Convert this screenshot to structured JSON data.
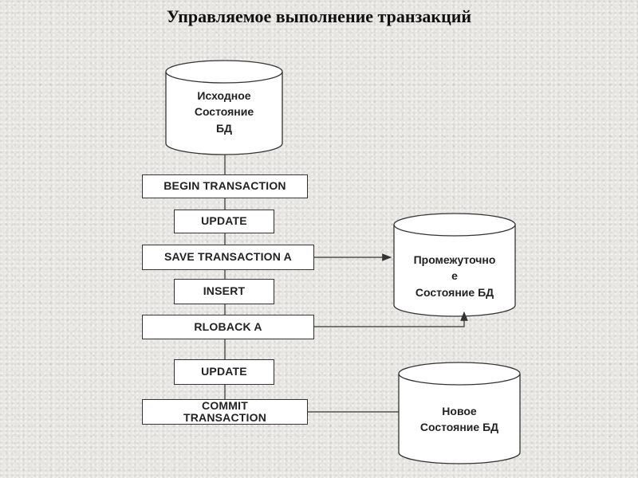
{
  "title": "Управляемое выполнение транзакций",
  "source_db": {
    "line1": "Исходное",
    "line2": "Состояние",
    "line3": "БД"
  },
  "intermediate_db": {
    "line1": "Промежуточно",
    "line2": "е",
    "line3": "Состояние БД"
  },
  "new_db": {
    "line1": "Новое",
    "line2": "Состояние БД"
  },
  "steps": {
    "begin": "BEGIN TRANSACTION",
    "update1": "UPDATE",
    "save": "SAVE TRANSACTION A",
    "insert": "INSERT",
    "rollback": "RLOBACK A",
    "update2": "UPDATE",
    "commit": "COMMIT TRANSACTION"
  }
}
